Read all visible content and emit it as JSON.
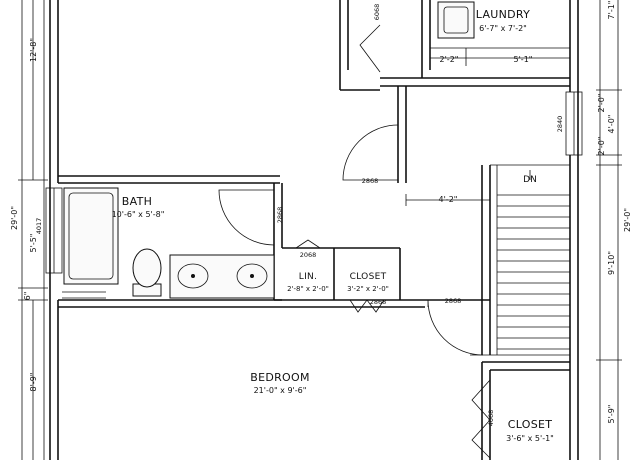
{
  "rooms": {
    "laundry": {
      "name": "LAUNDRY",
      "size": "6'-7\" x 7'-2\""
    },
    "bath": {
      "name": "BATH",
      "size": "10'-6\" x 5'-8\""
    },
    "linen": {
      "name": "LIN.",
      "size": "2'-8\" x 2'-0\""
    },
    "hall_closet": {
      "name": "CLOSET",
      "size": "3'-2\" x 2'-0\""
    },
    "bedroom": {
      "name": "BEDROOM",
      "size": "21'-0\" x 9'-6\""
    },
    "bedroom_closet": {
      "name": "CLOSET",
      "size": "3'-6\" x 5'-1\""
    },
    "stairs": {
      "label": "DN"
    }
  },
  "door_codes": {
    "laundry_door": "6068",
    "hall_door": "2868",
    "bath_door": "2868",
    "bedroom_door": "2868",
    "closet_bifold": "2868",
    "linen_door": "2068",
    "bath_window": "4017",
    "east_window": "2840",
    "bedroom_closet_door": "4068"
  },
  "dimensions": {
    "left_top": "12'-8\"",
    "left_total": "29'-0\"",
    "left_bath": "5'-5\"",
    "left_small": "6\"",
    "left_bottom": "8'-9\"",
    "laundry_width_a": "2'-2\"",
    "laundry_width_b": "5'-1\"",
    "hall_width": "4'-2\"",
    "right_top": "7'-1\"",
    "right_a": "2'-0\"",
    "right_b": "4'-0\"",
    "right_c": "2'-0\"",
    "right_total": "29'-0\"",
    "right_stair": "9'-10\"",
    "right_bottom": "5'-9\""
  }
}
